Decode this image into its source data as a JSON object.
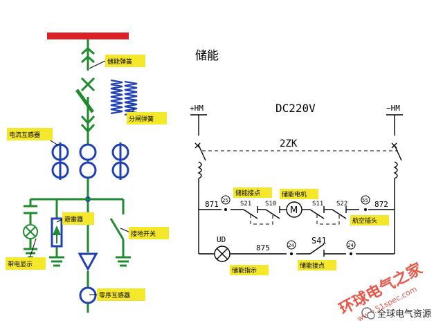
{
  "colors": {
    "busbar": "#dd1f26",
    "green": "#1f8a2e",
    "blue": "#1f3fb4",
    "label_bg": "#f5e82a",
    "watermark": "#e23a2a"
  },
  "left": {
    "energy_spring": "储能弹簧",
    "closing_spring": "分闸弹簧",
    "current_transformer": "电流互感器",
    "arrester": "避雷器",
    "earth_switch": "接地开关",
    "live_display": "带电显示",
    "zero_seq_ct": "零序互感器"
  },
  "right": {
    "title": "储能",
    "plus_hm": "+HM",
    "minus_hm": "−HM",
    "voltage": "DC220V",
    "breaker": "2ZK",
    "n871": "871",
    "n872": "872",
    "n875": "875",
    "t25": "25",
    "t55": "55",
    "t24a": "24",
    "t24b": "24",
    "s21": "S21",
    "s10": "S10",
    "s11": "S11",
    "s22": "S22",
    "s41": "S41",
    "ud": "UD",
    "motor_symbol": "M",
    "tag_contact1": "储能接点",
    "tag_motor": "储能电机",
    "tag_plug": "航空插头",
    "tag_indicator": "储能指示",
    "tag_contact2": "储能接点"
  },
  "watermark": {
    "brand": "环球电气之家",
    "url": "www.51spec.com",
    "footer": "全球电气资源"
  }
}
